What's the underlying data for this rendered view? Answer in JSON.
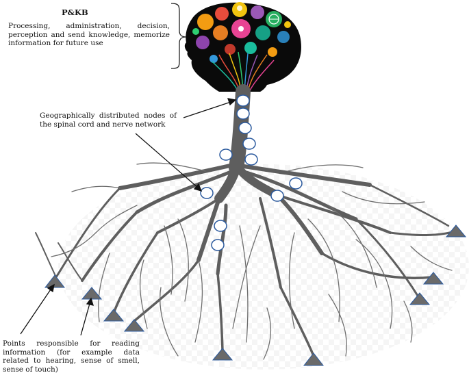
{
  "labels": {
    "pkb_title": "P&KB",
    "pkb_body": "Processing, administration, decision, perception and send knowledge, memorize information for future use",
    "nodes": "Geographically distributed nodes of the spinal cord and nerve network",
    "points": "Points responsible for reading information (for example data related to hearing, sense of smell, sense of touch)"
  },
  "colors": {
    "tree": "#5e5e5e",
    "head": "#0a0a0a",
    "node_stroke": "#2b5a9e",
    "triangle": "#6a6a6a"
  },
  "icons": [
    "dna-icon",
    "people-icon",
    "gear-icon",
    "lightbulb-icon",
    "atom-icon",
    "globe-icon",
    "chart-icon",
    "network-icon",
    "runner-icon",
    "music-icon",
    "book-icon",
    "laptop-icon"
  ]
}
